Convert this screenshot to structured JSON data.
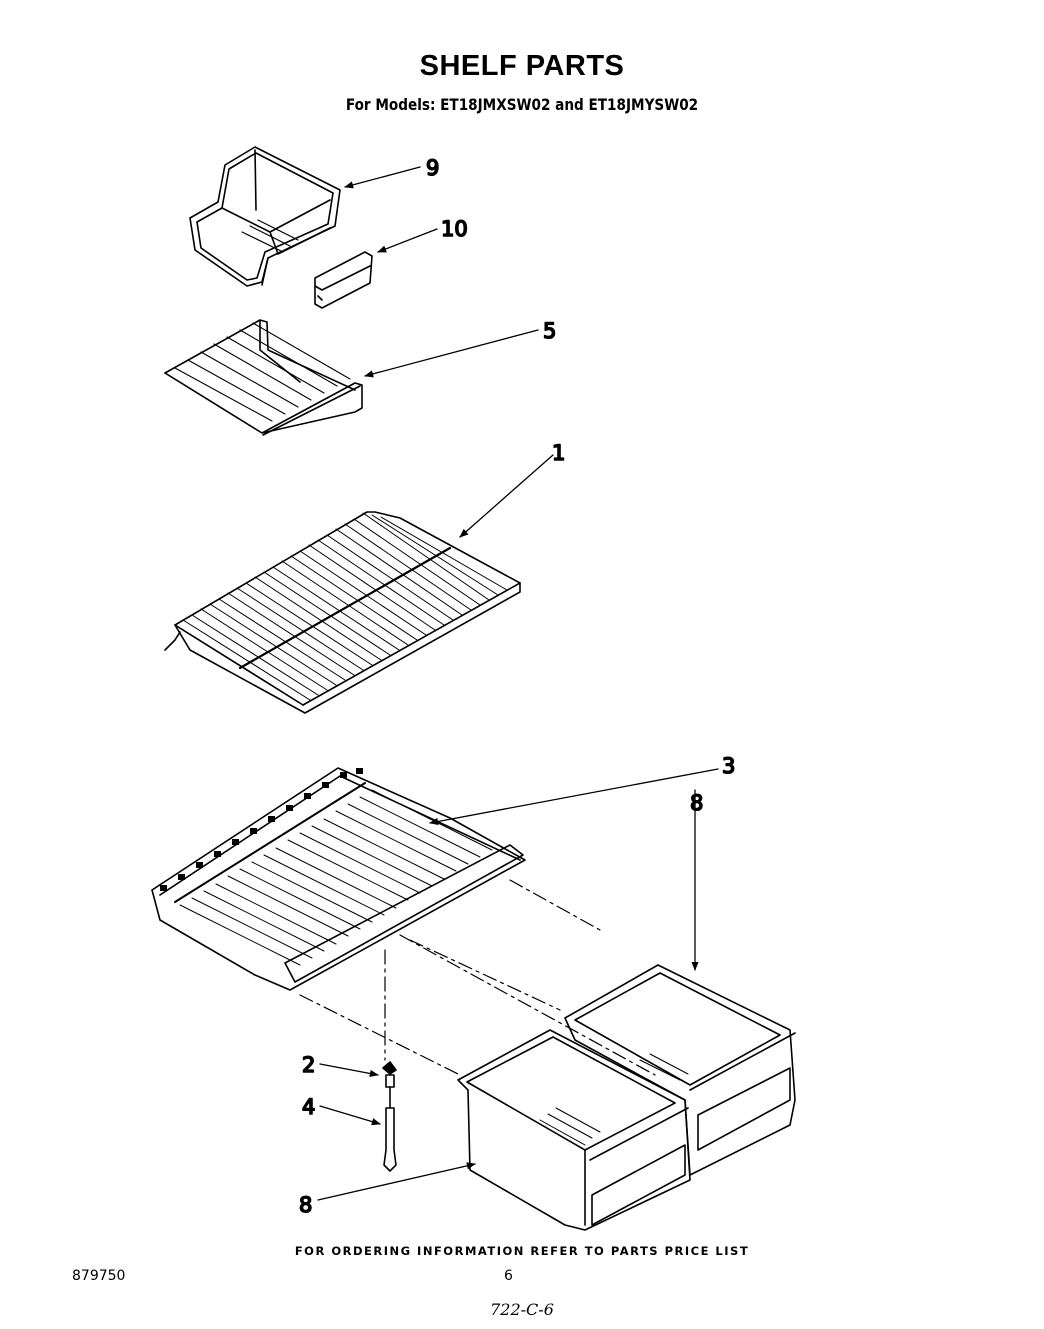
{
  "header": {
    "title": "SHELF PARTS",
    "subtitle": "For Models: ET18JMXSW02 and ET18JMYSW02"
  },
  "callouts": [
    {
      "id": "9",
      "label": "9",
      "part": "bin"
    },
    {
      "id": "10",
      "label": "10",
      "part": "bin-clip"
    },
    {
      "id": "5",
      "label": "5",
      "part": "small-wire-shelf"
    },
    {
      "id": "1",
      "label": "1",
      "part": "wire-shelf"
    },
    {
      "id": "3",
      "label": "3",
      "part": "crisper-cover-frame"
    },
    {
      "id": "8a",
      "label": "8",
      "part": "crisper-drawer-right"
    },
    {
      "id": "2",
      "label": "2",
      "part": "cap"
    },
    {
      "id": "4",
      "label": "4",
      "part": "support-post"
    },
    {
      "id": "8b",
      "label": "8",
      "part": "crisper-drawer-left"
    }
  ],
  "footer": {
    "ordering_note": "FOR ORDERING INFORMATION REFER TO PARTS PRICE LIST",
    "page_number": "6",
    "document_number": "879750",
    "handwritten_code": "722-C-6"
  }
}
